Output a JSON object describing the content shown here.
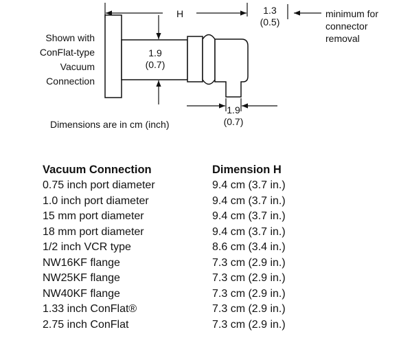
{
  "diagram": {
    "shown_with": [
      "Shown with",
      "ConFlat-type",
      "Vacuum",
      "Connection"
    ],
    "dim_h": "H",
    "dim_min": [
      "1.3",
      "(0.5)"
    ],
    "dim_min_note": [
      "minimum for",
      "connector",
      "removal"
    ],
    "dim_body": [
      "1.9",
      "(0.7)"
    ],
    "dim_connector": [
      "1.9",
      "(0.7)"
    ],
    "units_note": "Dimensions are in cm (inch)"
  },
  "table": {
    "headers": [
      "Vacuum Connection",
      "Dimension H"
    ],
    "rows": [
      [
        "0.75 inch port diameter",
        "9.4 cm (3.7 in.)"
      ],
      [
        "1.0 inch port diameter",
        "9.4 cm (3.7 in.)"
      ],
      [
        "15 mm port diameter",
        "9.4 cm (3.7 in.)"
      ],
      [
        "18 mm port diameter",
        "9.4 cm (3.7 in.)"
      ],
      [
        "1/2 inch VCR type",
        "8.6 cm (3.4 in.)"
      ],
      [
        "NW16KF flange",
        "7.3 cm (2.9 in.)"
      ],
      [
        "NW25KF flange",
        "7.3 cm (2.9 in.)"
      ],
      [
        "NW40KF flange",
        "7.3 cm (2.9 in.)"
      ],
      [
        "1.33 inch ConFlat®",
        "7.3 cm (2.9 in.)"
      ],
      [
        "2.75 inch ConFlat",
        "7.3 cm (2.9 in.)"
      ]
    ]
  }
}
